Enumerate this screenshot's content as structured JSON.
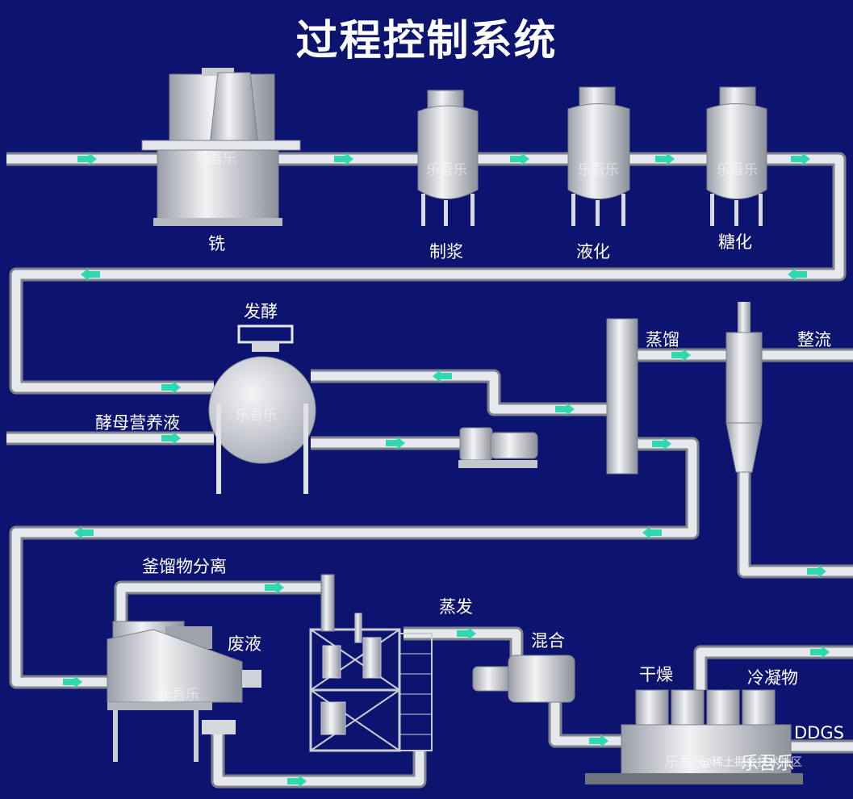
{
  "title": "过程控制系统",
  "labels": {
    "mill": "铣",
    "slurry": "制浆",
    "liquefaction": "液化",
    "saccharification": "糖化",
    "fermentation": "发酵",
    "yeast_nutrient": "酵母营养液",
    "distillation": "蒸馏",
    "rectification": "整流",
    "stillage_separation": "釜馏物分离",
    "waste_liquid": "废液",
    "evaporation": "蒸发",
    "mixing": "混合",
    "drying": "干燥",
    "condensate": "冷凝物",
    "ddgs": "DDGS"
  },
  "equipment_watermark": "乐吾乐",
  "footer_watermark": "@稀土掘金技术社区",
  "footer_brand": "乐吾乐",
  "colors": {
    "background": "#0c1470",
    "pipe": "#d6d8de",
    "arrow": "#2fd9b0",
    "text": "#ffffff"
  }
}
